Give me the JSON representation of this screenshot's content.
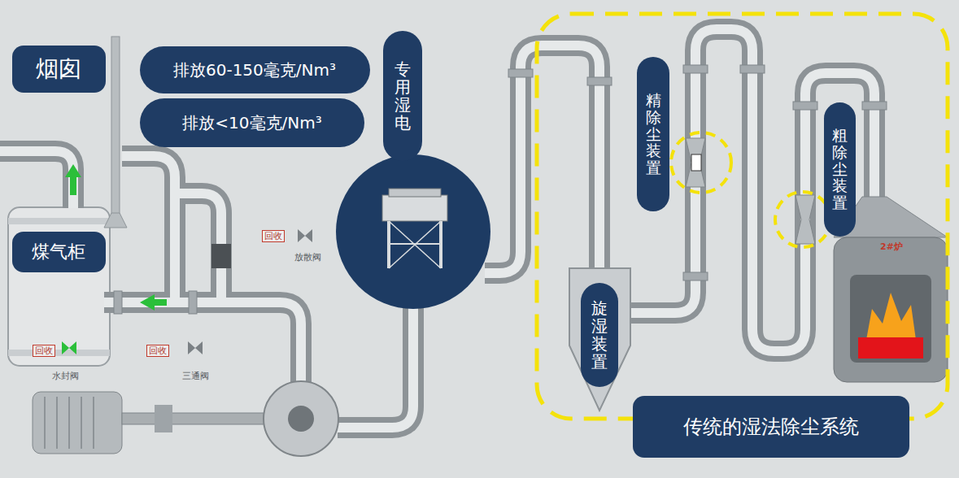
{
  "diagram": {
    "nodes": [
      {
        "text": [
          "烟囱"
        ]
      },
      {
        "text": [
          "排放60-150毫克/Nm³"
        ]
      },
      {
        "text": [
          "排放<10毫克/Nm³"
        ]
      },
      {
        "text": [
          "专用湿电"
        ]
      },
      {
        "text": [
          "精除尘装置"
        ]
      },
      {
        "text": [
          "粗除尘装置"
        ]
      },
      {
        "text": [
          "煤气柜"
        ]
      },
      {
        "text": [
          "旋湿装置"
        ]
      },
      {
        "text": [
          "传统的湿法除尘系统"
        ]
      }
    ],
    "labels": [
      "回收",
      "放散阀",
      "回收",
      "水封阀",
      "回收",
      "三通阀",
      "2#炉"
    ]
  }
}
